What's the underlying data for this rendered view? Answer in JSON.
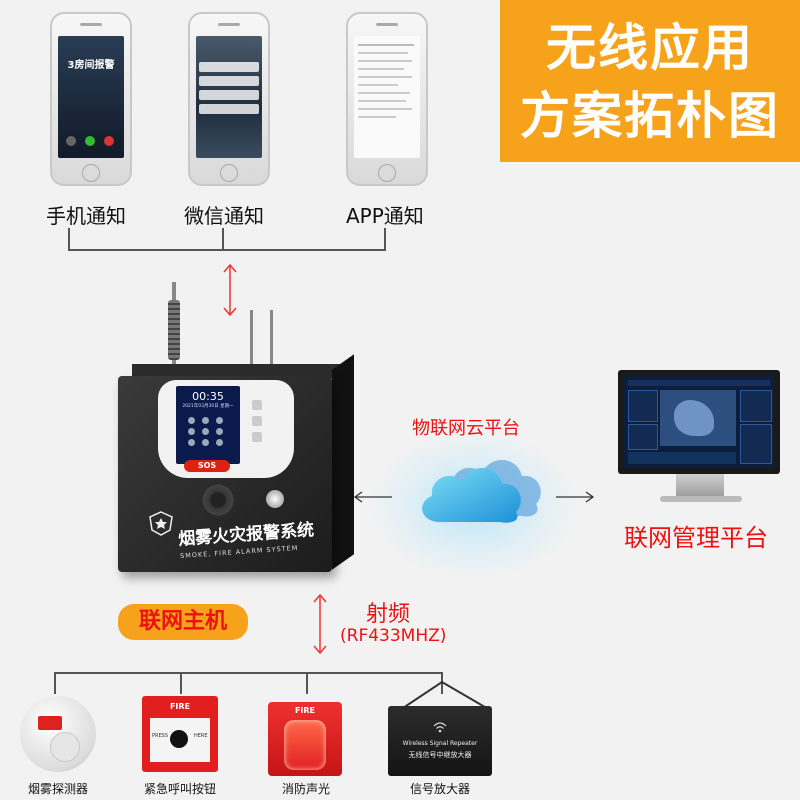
{
  "title": {
    "line1": "无线应用",
    "line2": "方案拓朴图"
  },
  "phones": [
    {
      "label": "手机通知",
      "screen_text": "3房间报警"
    },
    {
      "label": "微信通知"
    },
    {
      "label": "APP通知"
    }
  ],
  "host": {
    "label": "联网主机",
    "screen_time": "00:35",
    "screen_date": "2021年03月30日 星期一",
    "sos": "SOS",
    "name_cn": "烟雾火灾报警系统",
    "name_en": "SMOKE, FIRE ALARM SYSTEM"
  },
  "cloud": {
    "label": "物联网云平台"
  },
  "management": {
    "label": "联网管理平台"
  },
  "rf": {
    "label": "射频",
    "sub": "(RF433MHZ)"
  },
  "devices": [
    {
      "label": "烟雾探测器"
    },
    {
      "label": "紧急呼叫按钮",
      "plate": "FIRE",
      "left_text": "PRESS",
      "right_text": "HERE"
    },
    {
      "label": "消防声光",
      "plate": "FIRE"
    },
    {
      "label": "信号放大器",
      "en": "Wireless Signal Repeater",
      "cn": "无线信号中继放大器"
    }
  ],
  "colors": {
    "accent": "#f7a21b",
    "red": "#e11111"
  }
}
